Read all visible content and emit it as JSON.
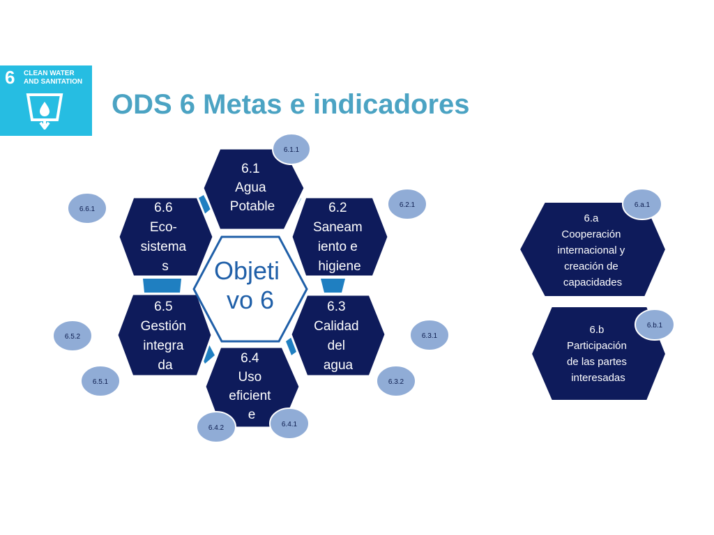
{
  "logo": {
    "number": "6",
    "line1": "CLEAN WATER",
    "line2": "AND SANITATION",
    "color": "#26BDE2",
    "icon": "water-glass-icon"
  },
  "title": "ODS 6 Metas e indicadores",
  "center": {
    "lines": [
      "Objeti",
      "vo 6"
    ]
  },
  "targets": [
    {
      "id": "6.1",
      "lines": [
        "6.1",
        "Agua",
        "Potable"
      ],
      "indicators": [
        "6.1.1"
      ]
    },
    {
      "id": "6.2",
      "lines": [
        "6.2",
        "Saneam",
        "iento e",
        "higiene"
      ],
      "indicators": [
        "6.2.1"
      ]
    },
    {
      "id": "6.3",
      "lines": [
        "6.3",
        "Calidad",
        "del",
        "agua"
      ],
      "indicators": [
        "6.3.1",
        "6.3.2"
      ]
    },
    {
      "id": "6.4",
      "lines": [
        "6.4",
        "Uso",
        "eficient",
        "e"
      ],
      "indicators": [
        "6.4.1",
        "6.4.2"
      ]
    },
    {
      "id": "6.5",
      "lines": [
        "6.5",
        "Gestión",
        "integra",
        "da"
      ],
      "indicators": [
        "6.5.1",
        "6.5.2"
      ]
    },
    {
      "id": "6.6",
      "lines": [
        "6.6",
        "Eco-",
        "sistema",
        "s"
      ],
      "indicators": [
        "6.6.1"
      ]
    }
  ],
  "side_targets": [
    {
      "id": "6.a",
      "lines": [
        "6.a",
        "Cooperación",
        "internacional y",
        "creación de",
        "capacidades"
      ],
      "indicators": [
        "6.a.1"
      ]
    },
    {
      "id": "6.b",
      "lines": [
        "6.b",
        "Participación",
        "de las partes",
        "interesadas"
      ],
      "indicators": [
        "6.b.1"
      ]
    }
  ],
  "colors": {
    "hex_fill": "#0E1B5B",
    "connector": "#1F7FC1",
    "bubble": "#90ACD6",
    "bubble_stroke": "#ffffff",
    "title": "#4BA3C3"
  }
}
